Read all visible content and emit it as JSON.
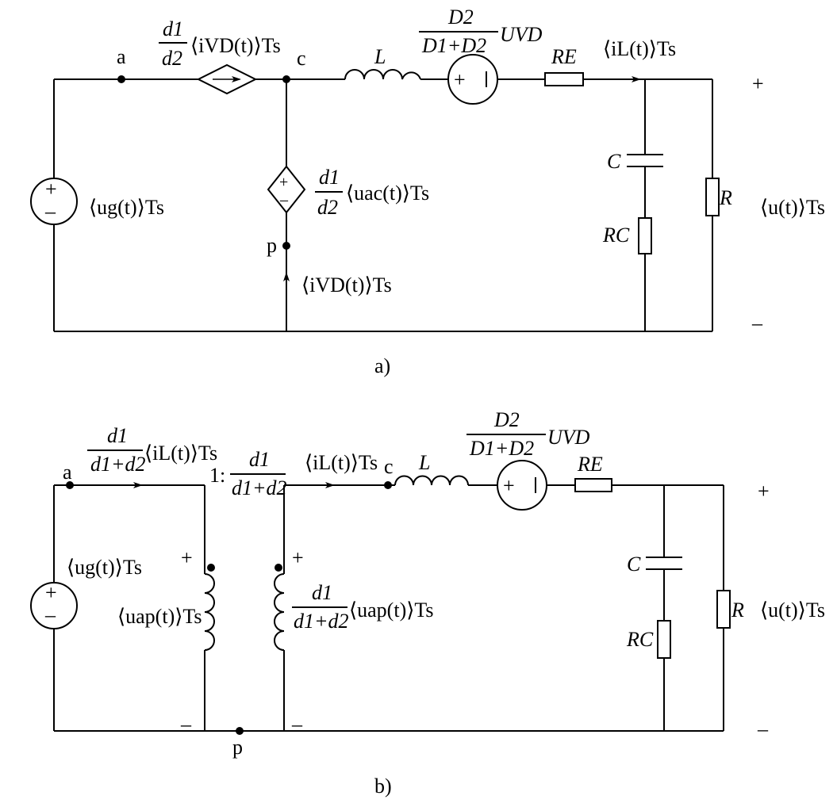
{
  "diagram_a": {
    "caption": "a)",
    "node_a": "a",
    "node_c": "c",
    "node_p": "p",
    "top_source": {
      "coef_num": "d1",
      "coef_den": "d2",
      "quantity": "⟨iVD(t)⟩Ts"
    },
    "inductor": "L",
    "vsource": {
      "num": "D2",
      "den": "D1+D2",
      "factor": "UVD",
      "polarity": "+"
    },
    "res_e": "RE",
    "il_label": "⟨iL(t)⟩Ts",
    "cap": "C",
    "res_c": "RC",
    "res_load": "R",
    "output": "⟨u(t)⟩Ts",
    "input_src": "⟨ug(t)⟩Ts",
    "mid_source": {
      "coef_num": "d1",
      "coef_den": "d2",
      "quantity": "⟨uac(t)⟩Ts"
    },
    "ivd_label": "⟨iVD(t)⟩Ts",
    "plus": "+",
    "minus": "–"
  },
  "diagram_b": {
    "caption": "b)",
    "node_a": "a",
    "node_c": "c",
    "node_p": "p",
    "in_current": {
      "num": "d1",
      "den": "d1+d2",
      "quantity": "⟨iL(t)⟩Ts"
    },
    "ratio": {
      "prefix": "1:",
      "num": "d1",
      "den": "d1+d2"
    },
    "il_label": "⟨iL(t)⟩Ts",
    "inductor": "L",
    "vsource": {
      "num": "D2",
      "den": "D1+D2",
      "factor": "UVD",
      "polarity": "+"
    },
    "res_e": "RE",
    "input_src": "⟨ug(t)⟩Ts",
    "uap": "⟨uap(t)⟩Ts",
    "sec_voltage": {
      "num": "d1",
      "den": "d1+d2",
      "quantity": "⟨uap(t)⟩Ts"
    },
    "cap": "C",
    "res_c": "RC",
    "res_load": "R",
    "output": "⟨u(t)⟩Ts",
    "plus": "+",
    "minus": "–"
  }
}
